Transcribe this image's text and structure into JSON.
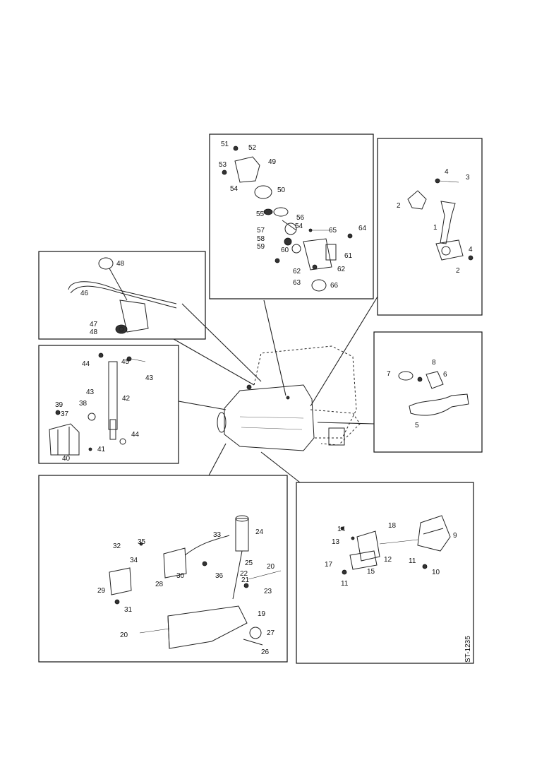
{
  "reference_code": "ST-1235",
  "panels": {
    "top_center": [
      "51",
      "52",
      "49",
      "53",
      "54",
      "50",
      "55",
      "56",
      "57",
      "58",
      "59",
      "60",
      "54",
      "64",
      "65",
      "61",
      "62",
      "62",
      "63",
      "66"
    ],
    "top_right": [
      "4",
      "3",
      "2",
      "1",
      "4",
      "2"
    ],
    "top_left": [
      "48",
      "46",
      "47",
      "48"
    ],
    "middle_left": [
      "44",
      "45",
      "43",
      "42",
      "39",
      "37",
      "38",
      "43",
      "44",
      "41",
      "40"
    ],
    "middle_right": [
      "7",
      "8",
      "6",
      "5"
    ],
    "bottom_left": [
      "35",
      "33",
      "24",
      "32",
      "34",
      "30",
      "29",
      "28",
      "36",
      "22",
      "21",
      "20",
      "25",
      "23",
      "31",
      "19",
      "20",
      "27",
      "26"
    ],
    "bottom_right": [
      "18",
      "14",
      "13",
      "9",
      "17",
      "12",
      "11",
      "11",
      "15",
      "10"
    ]
  }
}
